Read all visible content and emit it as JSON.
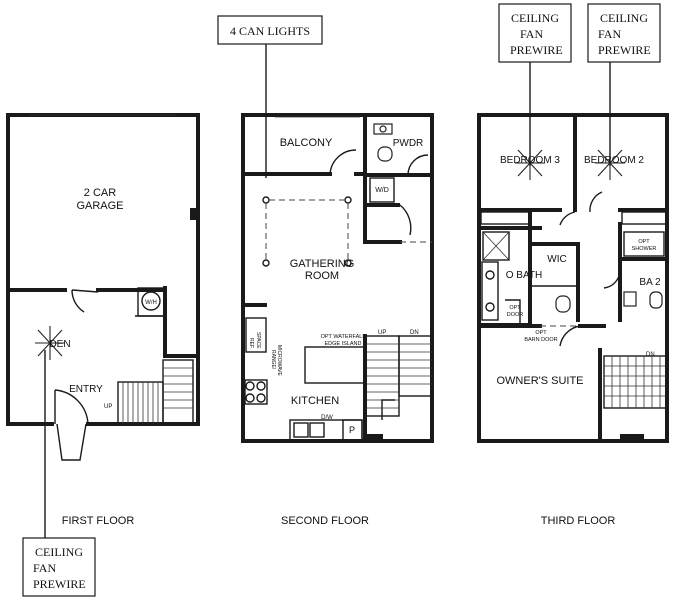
{
  "callouts": {
    "can_lights": "4 CAN LIGHTS",
    "fan_prewire_a": [
      "CEILING",
      "FAN",
      "PREWIRE"
    ],
    "fan_prewire_b": [
      "CEILING",
      "FAN",
      "PREWIRE"
    ],
    "fan_prewire_c": [
      "CEILING",
      "FAN",
      "PREWIRE"
    ]
  },
  "first_floor": {
    "caption": "FIRST FLOOR",
    "garage": [
      "2 CAR",
      "GARAGE"
    ],
    "den": "DEN",
    "wh": "W/H",
    "entry": "ENTRY",
    "up": "UP"
  },
  "second_floor": {
    "caption": "SECOND FLOOR",
    "balcony": "BALCONY",
    "pwdr": "PWDR",
    "wd": "W/D",
    "gathering": [
      "GATHERING",
      "ROOM"
    ],
    "waterfall": [
      "OPT WATERFALL",
      "EDGE ISLAND"
    ],
    "up": "UP",
    "dn": "DN",
    "ref_space": [
      "REF.",
      "SPACE"
    ],
    "range": [
      "RANGE/",
      "MICROWAVE"
    ],
    "kitchen": "KITCHEN",
    "dw": "D/W",
    "pantry": "P"
  },
  "third_floor": {
    "caption": "THIRD FLOOR",
    "bedroom3": "BEDROOM 3",
    "bedroom2": "BEDROOM 2",
    "obath": "O BATH",
    "wic": "WIC",
    "opt_shower": [
      "OPT",
      "SHOWER"
    ],
    "ba2": "BA 2",
    "opt_door": [
      "OPT",
      "DOOR"
    ],
    "barn_door": [
      "OPT",
      "BARN DOOR"
    ],
    "owners_suite": "OWNER'S SUITE",
    "dn": "DN"
  }
}
